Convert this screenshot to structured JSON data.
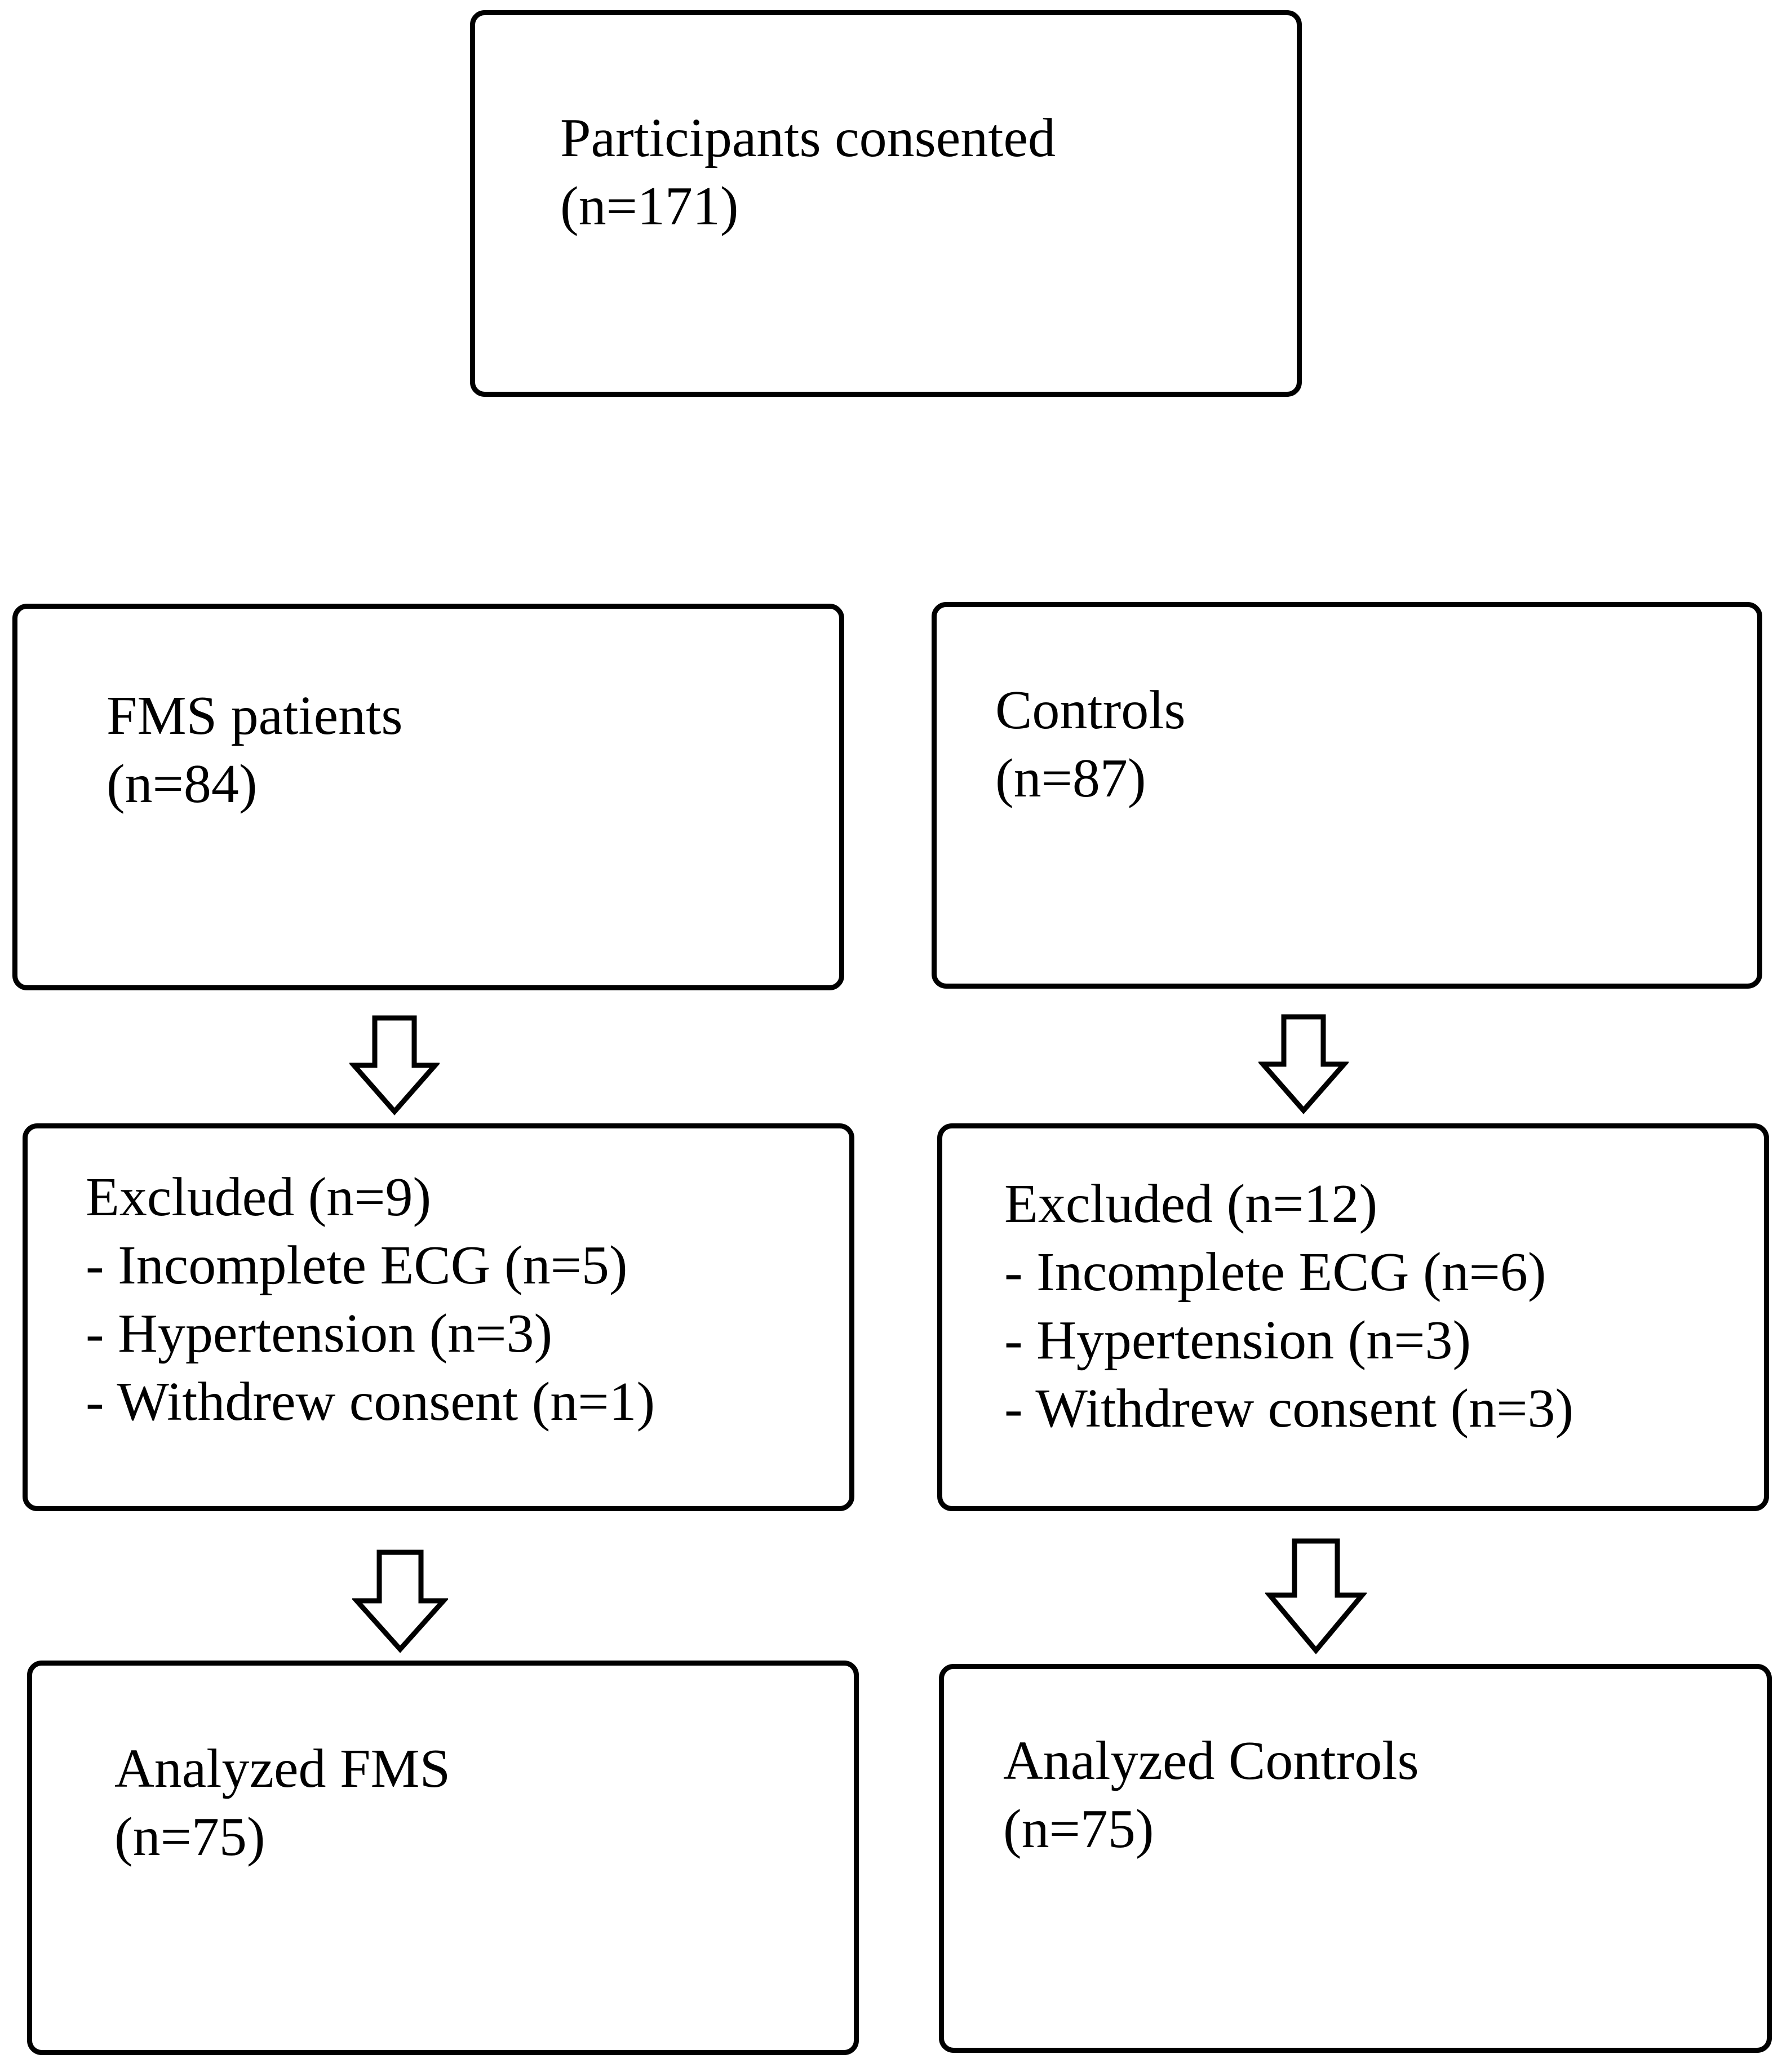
{
  "flowchart": {
    "top": {
      "title": "Participants consented",
      "count": "(n=171)"
    },
    "left": {
      "group": {
        "title": "FMS patients",
        "count": "(n=84)"
      },
      "excluded": {
        "title": "Excluded (n=9)",
        "reasons": [
          "- Incomplete ECG (n=5)",
          "- Hypertension (n=3)",
          "- Withdrew consent (n=1)"
        ]
      },
      "analyzed": {
        "title": "Analyzed FMS",
        "count": "(n=75)"
      }
    },
    "right": {
      "group": {
        "title": "Controls",
        "count": "(n=87)"
      },
      "excluded": {
        "title": "Excluded (n=12)",
        "reasons": [
          "- Incomplete ECG (n=6)",
          "- Hypertension (n=3)",
          "- Withdrew consent (n=3)"
        ]
      },
      "analyzed": {
        "title": "Analyzed Controls",
        "count": "(n=75)"
      }
    }
  },
  "colors": {
    "stroke": "#000000",
    "background": "#ffffff"
  },
  "icons": {
    "flow_arrow": "hollow-down-arrow-icon"
  }
}
